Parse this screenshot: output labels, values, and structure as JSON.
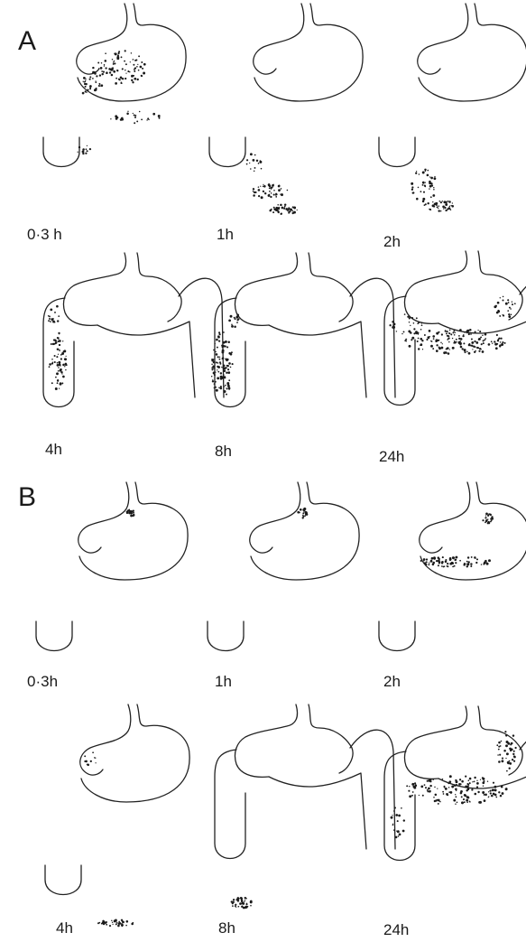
{
  "panels": [
    {
      "letter": "A",
      "time_labels": [
        "0·3 h",
        "1h",
        "2h",
        "4h",
        "8h",
        "24h"
      ]
    },
    {
      "letter": "B",
      "time_labels": [
        "0·3h",
        "1h",
        "2h",
        "4h",
        "8h",
        "24h"
      ]
    }
  ],
  "colors": {
    "ink": "#222222",
    "background": "#ffffff"
  }
}
